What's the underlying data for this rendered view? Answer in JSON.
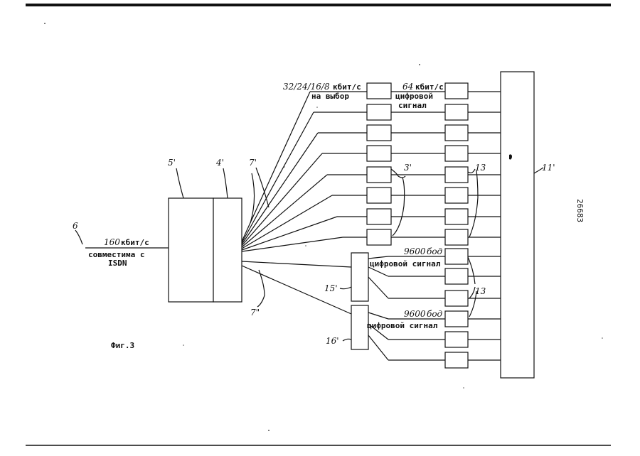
{
  "figure_label": "Фиг.3",
  "page_number": "26683",
  "labels": {
    "l5": "5'",
    "l4": "4'",
    "l6": "6",
    "l7top": "7'",
    "l7bot": "7\"",
    "l3": "3'",
    "l13a": "13",
    "l13b": "13",
    "l11": "11'",
    "l15": "15'",
    "l16": "16'"
  },
  "texts": {
    "rate_160_num": "160",
    "rate_160_unit": "кбит/с",
    "isdn_line1": "совместима с",
    "isdn_line2": "ISDN",
    "rate_top_num": "32/24/16/8",
    "rate_top_unit": "кбит/с",
    "choice": "на выбор",
    "rate_64_num": "64",
    "rate_64_unit": "кбит/с",
    "digital1": "цифровой",
    "signal1": "сигнал",
    "baud1_num": "9600",
    "baud1_unit": "бод",
    "digital_signal1": "цифровой сигнал",
    "baud2_num": "9600",
    "baud2_unit": "бод",
    "digital_signal2": "цифровой сигнал"
  }
}
